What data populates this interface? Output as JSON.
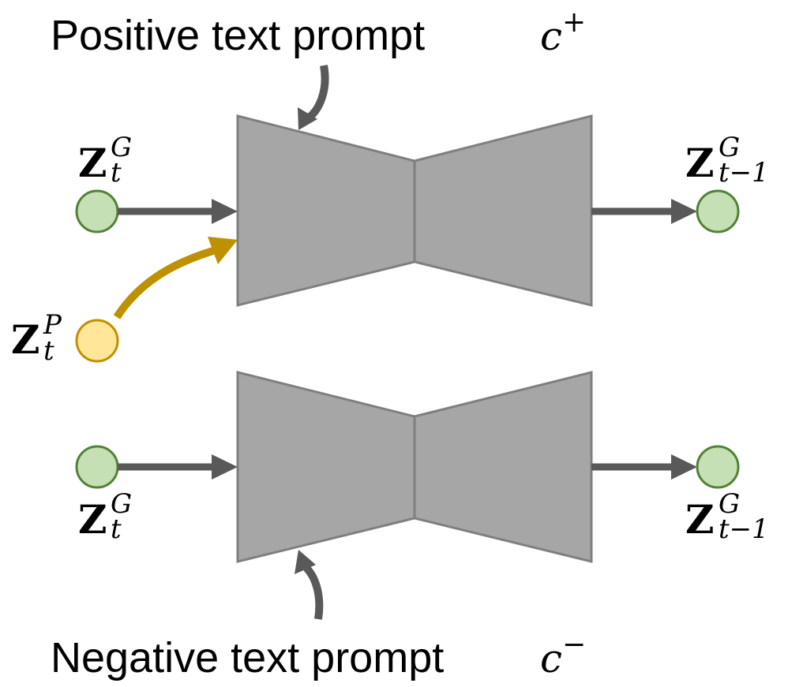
{
  "top_prompt": {
    "label": "Positive text prompt",
    "symbol": "c",
    "sign": "+"
  },
  "bottom_prompt": {
    "label": "Negative text prompt",
    "symbol": "c",
    "sign": "−"
  },
  "nodes": {
    "top_input": {
      "base": "Z",
      "sup": "G",
      "sub": "t"
    },
    "top_output": {
      "base": "Z",
      "sup": "G",
      "sub": "t−1"
    },
    "pose_input": {
      "base": "Z",
      "sup": "P",
      "sub": "t"
    },
    "bottom_input": {
      "base": "Z",
      "sup": "G",
      "sub": "t"
    },
    "bottom_output": {
      "base": "Z",
      "sup": "G",
      "sub": "t−1"
    }
  },
  "colors": {
    "unet_fill": "#a6a6a6",
    "unet_stroke": "#7f7f7f",
    "arrow": "#595959",
    "gold_arrow": "#bf9000",
    "latent_fill": "#c5e0b4",
    "latent_stroke": "#538135",
    "pose_fill": "#ffe699",
    "pose_stroke": "#bf9000"
  }
}
